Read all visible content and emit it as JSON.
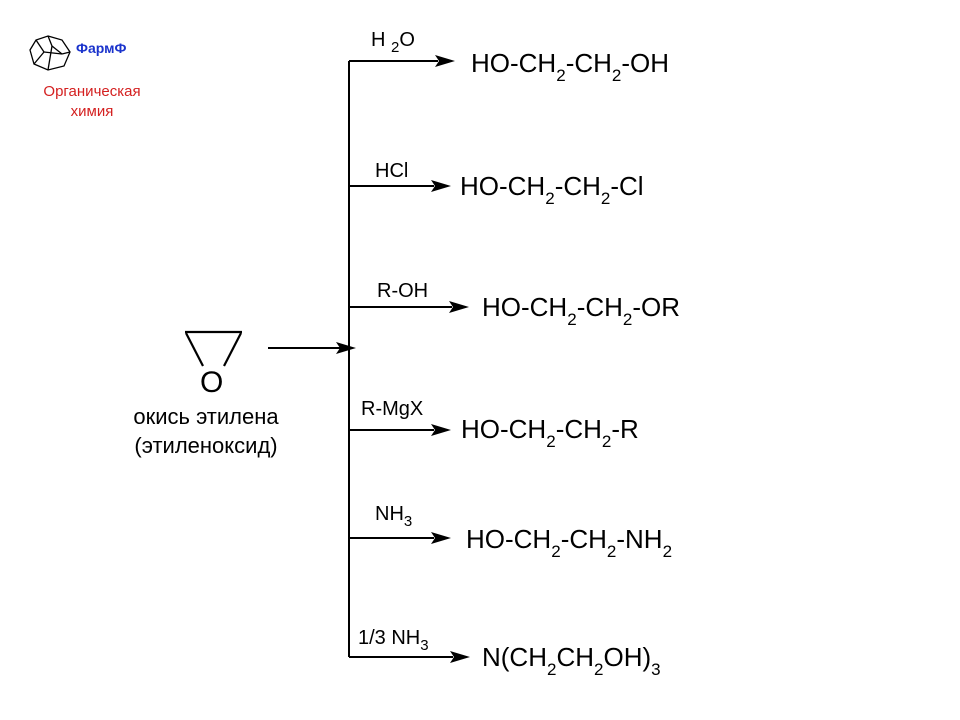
{
  "logo": {
    "title": "ФармФ",
    "subtitle": "Органическая химия",
    "icon": "adamantane-icon",
    "title_color": "#1a33cc",
    "subtitle_color": "#d42020"
  },
  "reactant": {
    "atom": "O",
    "name": "окись этилена",
    "alt_name": "(этиленоксид)"
  },
  "reactions": [
    {
      "reagent": [
        "H ",
        "2",
        "O"
      ],
      "product": [
        "HO-CH",
        "2",
        "-CH",
        "2",
        "-OH"
      ]
    },
    {
      "reagent": [
        "HCl"
      ],
      "product": [
        "HO-CH",
        "2",
        "-CH",
        "2",
        "-Cl"
      ]
    },
    {
      "reagent": [
        "R-OH"
      ],
      "product": [
        "HO-CH",
        "2",
        "-CH",
        "2",
        "-OR"
      ]
    },
    {
      "reagent": [
        "R-MgX"
      ],
      "product": [
        "HO-CH",
        "2",
        "-CH",
        "2",
        "-R"
      ]
    },
    {
      "reagent": [
        "NH",
        "3"
      ],
      "product": [
        "HO-CH",
        "2",
        "-CH",
        "2",
        "-NH",
        "2"
      ]
    },
    {
      "reagent": [
        "1/3 NH",
        "3"
      ],
      "product": [
        "N(CH",
        "2",
        "CH",
        "2",
        "OH)",
        "3"
      ]
    }
  ]
}
